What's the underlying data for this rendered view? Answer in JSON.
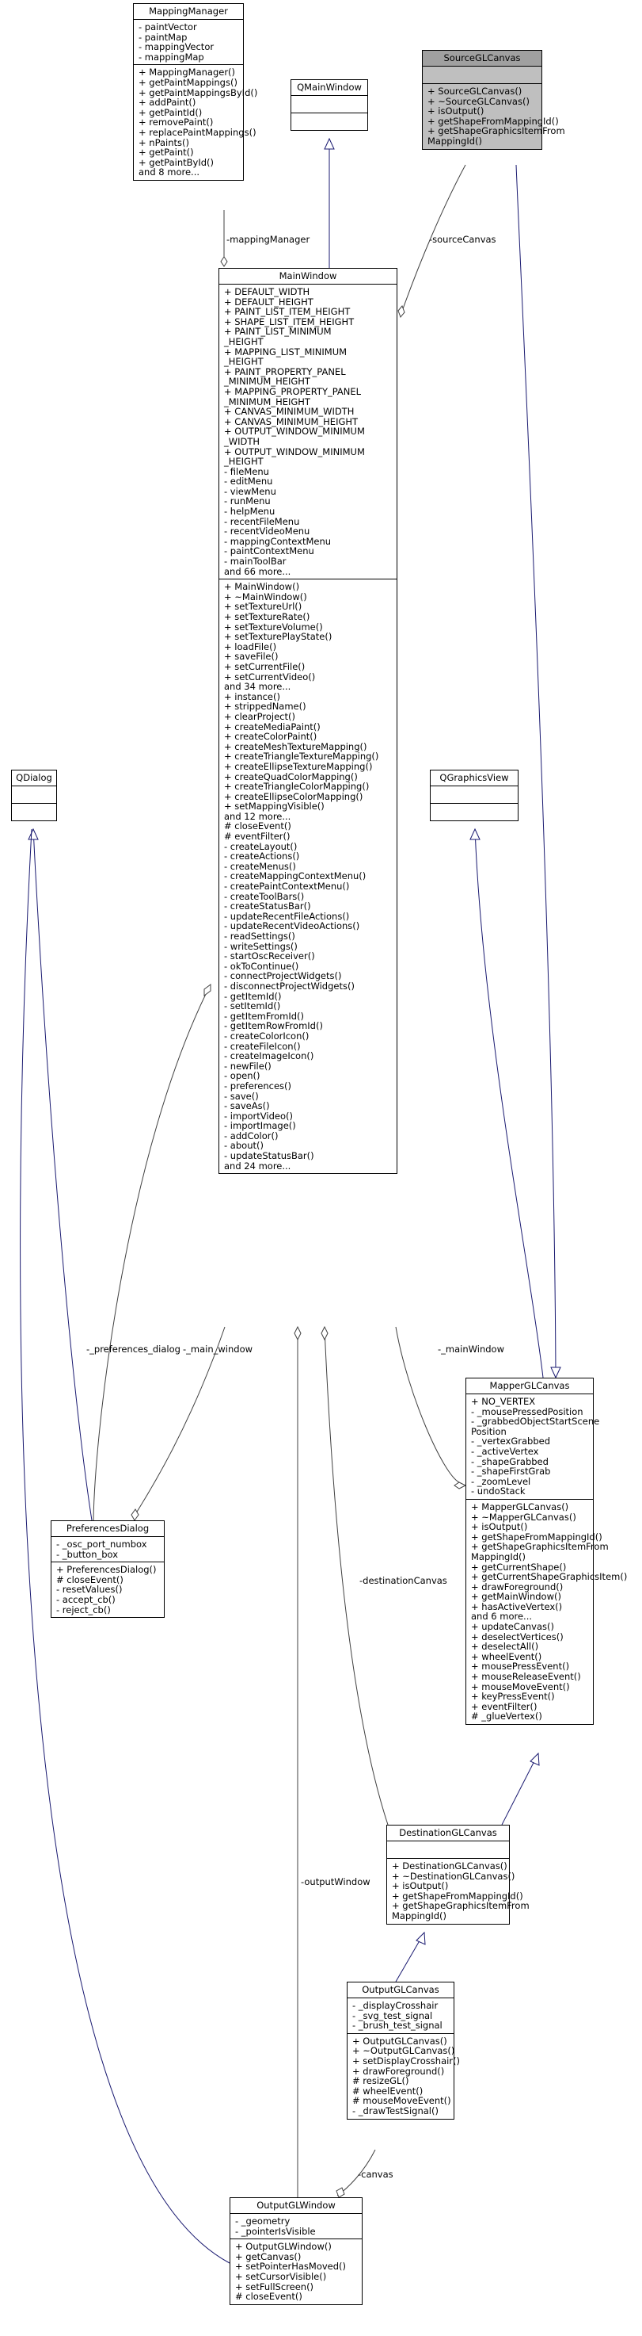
{
  "classes": {
    "mapping_manager": {
      "name": "MappingManager",
      "attributes": [
        "- paintVector",
        "- paintMap",
        "- mappingVector",
        "- mappingMap"
      ],
      "methods": [
        "+ MappingManager()",
        "+ getPaintMappings()",
        "+ getPaintMappingsById()",
        "+ addPaint()",
        "+ getPaintId()",
        "+ removePaint()",
        "+ replacePaintMappings()",
        "+ nPaints()",
        "+ getPaint()",
        "+ getPaintById()",
        "and 8 more..."
      ]
    },
    "qmainwindow": {
      "name": "QMainWindow"
    },
    "source_gl_canvas": {
      "name": "SourceGLCanvas",
      "methods": [
        "+ SourceGLCanvas()",
        "+ ~SourceGLCanvas()",
        "+ isOutput()",
        "+ getShapeFromMappingId()",
        "+ getShapeGraphicsItemFrom",
        "MappingId()"
      ]
    },
    "main_window": {
      "name": "MainWindow",
      "attributes": [
        "+ DEFAULT_WIDTH",
        "+ DEFAULT_HEIGHT",
        "+ PAINT_LIST_ITEM_HEIGHT",
        "+ SHAPE_LIST_ITEM_HEIGHT",
        "+ PAINT_LIST_MINIMUM",
        "_HEIGHT",
        "+ MAPPING_LIST_MINIMUM",
        "_HEIGHT",
        "+ PAINT_PROPERTY_PANEL",
        "_MINIMUM_HEIGHT",
        "+ MAPPING_PROPERTY_PANEL",
        "_MINIMUM_HEIGHT",
        "+ CANVAS_MINIMUM_WIDTH",
        "+ CANVAS_MINIMUM_HEIGHT",
        "+ OUTPUT_WINDOW_MINIMUM",
        "_WIDTH",
        "+ OUTPUT_WINDOW_MINIMUM",
        "_HEIGHT",
        "- fileMenu",
        "- editMenu",
        "- viewMenu",
        "- runMenu",
        "- helpMenu",
        "- recentFileMenu",
        "- recentVideoMenu",
        "- mappingContextMenu",
        "- paintContextMenu",
        "- mainToolBar",
        "and 66 more..."
      ],
      "methods": [
        "+ MainWindow()",
        "+ ~MainWindow()",
        "+ setTextureUrl()",
        "+ setTextureRate()",
        "+ setTextureVolume()",
        "+ setTexturePlayState()",
        "+ loadFile()",
        "+ saveFile()",
        "+ setCurrentFile()",
        "+ setCurrentVideo()",
        "and 34 more...",
        "+ instance()",
        "+ strippedName()",
        "+ clearProject()",
        "+ createMediaPaint()",
        "+ createColorPaint()",
        "+ createMeshTextureMapping()",
        "+ createTriangleTextureMapping()",
        "+ createEllipseTextureMapping()",
        "+ createQuadColorMapping()",
        "+ createTriangleColorMapping()",
        "+ createEllipseColorMapping()",
        "+ setMappingVisible()",
        "and 12 more...",
        "# closeEvent()",
        "# eventFilter()",
        "- createLayout()",
        "- createActions()",
        "- createMenus()",
        "- createMappingContextMenu()",
        "- createPaintContextMenu()",
        "- createToolBars()",
        "- createStatusBar()",
        "- updateRecentFileActions()",
        "- updateRecentVideoActions()",
        "- readSettings()",
        "- writeSettings()",
        "- startOscReceiver()",
        "- okToContinue()",
        "- connectProjectWidgets()",
        "- disconnectProjectWidgets()",
        "- getItemId()",
        "- setItemId()",
        "- getItemFromId()",
        "- getItemRowFromId()",
        "- createColorIcon()",
        "- createFileIcon()",
        "- createImageIcon()",
        "- newFile()",
        "- open()",
        "- preferences()",
        "- save()",
        "- saveAs()",
        "- importVideo()",
        "- importImage()",
        "- addColor()",
        "- about()",
        "- updateStatusBar()",
        "and 24 more..."
      ]
    },
    "qdialog": {
      "name": "QDialog"
    },
    "qgraphicsview": {
      "name": "QGraphicsView"
    },
    "mapper_gl_canvas": {
      "name": "MapperGLCanvas",
      "attributes": [
        "+ NO_VERTEX",
        "- _mousePressedPosition",
        "- _grabbedObjectStartScene",
        "Position",
        "- _vertexGrabbed",
        "- _activeVertex",
        "- _shapeGrabbed",
        "- _shapeFirstGrab",
        "- _zoomLevel",
        "- undoStack"
      ],
      "methods": [
        "+ MapperGLCanvas()",
        "+ ~MapperGLCanvas()",
        "+ isOutput()",
        "+ getShapeFromMappingId()",
        "+ getShapeGraphicsItemFrom",
        "MappingId()",
        "+ getCurrentShape()",
        "+ getCurrentShapeGraphicsItem()",
        "+ drawForeground()",
        "+ getMainWindow()",
        "+ hasActiveVertex()",
        "and 6 more...",
        "+ updateCanvas()",
        "+ deselectVertices()",
        "+ deselectAll()",
        "+ wheelEvent()",
        "+ mousePressEvent()",
        "+ mouseReleaseEvent()",
        "+ mouseMoveEvent()",
        "+ keyPressEvent()",
        "+ eventFilter()",
        "# _glueVertex()"
      ]
    },
    "preferences_dialog": {
      "name": "PreferencesDialog",
      "attributes": [
        "- _osc_port_numbox",
        "- _button_box"
      ],
      "methods": [
        "+ PreferencesDialog()",
        "# closeEvent()",
        "- resetValues()",
        "- accept_cb()",
        "- reject_cb()"
      ]
    },
    "destination_gl_canvas": {
      "name": "DestinationGLCanvas",
      "methods": [
        "+ DestinationGLCanvas()",
        "+ ~DestinationGLCanvas()",
        "+ isOutput()",
        "+ getShapeFromMappingId()",
        "+ getShapeGraphicsItemFrom",
        "MappingId()"
      ]
    },
    "output_gl_canvas": {
      "name": "OutputGLCanvas",
      "attributes": [
        "- _displayCrosshair",
        "- _svg_test_signal",
        "- _brush_test_signal"
      ],
      "methods": [
        "+ OutputGLCanvas()",
        "+ ~OutputGLCanvas()",
        "+ setDisplayCrosshair()",
        "+ drawForeground()",
        "# resizeGL()",
        "# wheelEvent()",
        "# mouseMoveEvent()",
        "- _drawTestSignal()"
      ]
    },
    "output_gl_window": {
      "name": "OutputGLWindow",
      "attributes": [
        "- _geometry",
        "- _pointerIsVisible"
      ],
      "methods": [
        "+ OutputGLWindow()",
        "+ getCanvas()",
        "+ setPointerHasMoved()",
        "+ setCursorVisible()",
        "+ setFullScreen()",
        "# closeEvent()"
      ]
    }
  },
  "edge_labels": {
    "mapping_manager": "-mappingManager",
    "source_canvas": "-sourceCanvas",
    "preferences_dialog": "-_preferences_dialog",
    "main_window_pref": "-_main_window",
    "main_window_mapper": "-_mainWindow",
    "destination_canvas": "-destinationCanvas",
    "output_window": "-outputWindow",
    "canvas": "-canvas"
  },
  "colors": {
    "line": "#404040",
    "inheritance": "#191970",
    "highlight_fill": "#bfbfbf",
    "highlight_title": "#a0a0a0"
  }
}
